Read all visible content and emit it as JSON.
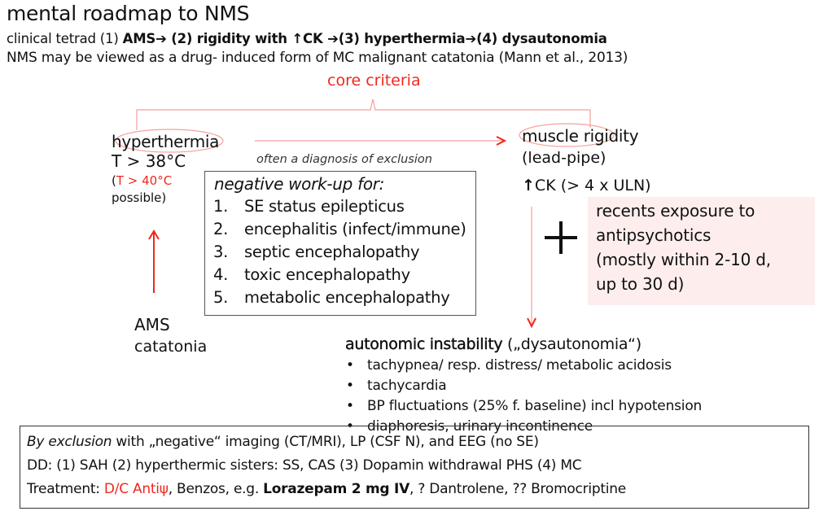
{
  "header": {
    "title": "mental roadmap to NMS",
    "tetrad": {
      "prefix": "clinical tetrad (1) ",
      "ams": "AMS",
      "arrow": "➔",
      "step2": " (2) rigidity with ",
      "up_arrow": "↑",
      "ck": "CK ",
      "step3": "(3) hyperthermia",
      "step4": "(4) dysautonomia"
    },
    "mc_line": "NMS may be viewed as a drug- induced form of MC malignant catatonia (Mann et al., 2013)"
  },
  "core_criteria_label": "core criteria",
  "hyperthermia": {
    "title": "hyperthermia",
    "threshold": "T > 38°C",
    "open_paren": "(",
    "high_threshold": "T > 40°C",
    "possible": "possible)"
  },
  "exclusion_note": "often a diagnosis of exclusion",
  "workup": {
    "title": "negative work-up for:",
    "items": [
      {
        "num": "1.",
        "text": "SE status epilepticus"
      },
      {
        "num": "2.",
        "text": "encephalitis (infect/immune)"
      },
      {
        "num": "3.",
        "text": "septic encephalopathy"
      },
      {
        "num": "4.",
        "text": "toxic encephalopathy"
      },
      {
        "num": "5.",
        "text": "metabolic encephalopathy"
      }
    ]
  },
  "muscle": {
    "title": "muscle rigidity",
    "subtitle": "(lead-pipe)",
    "up_arrow": "↑",
    "ck": "CK (> 4 x ULN)"
  },
  "exposure": {
    "lines": [
      "recents exposure to",
      "antipsychotics",
      "(mostly within 2-10 d,",
      "up to 30 d)"
    ]
  },
  "ams_label": {
    "line1": "AMS",
    "line2": "catatonia"
  },
  "autonomic": {
    "title": "autonomic instability",
    "subtitle": " („dysautonomia“)",
    "bullet_char": "•",
    "items": [
      "tachypnea/ resp. distress/ metabolic acidosis",
      "tachycardia",
      "BP fluctuations (25% f. baseline) incl hypotension",
      "diaphoresis, urinary incontinence"
    ]
  },
  "bottom": {
    "line1_italic": "By exclusion",
    "line1_rest": " with „negative“ imaging (CT/MRI), LP (CSF N), and EEG (no SE)",
    "line2": "DD: (1) SAH (2) hyperthermic sisters: SS, CAS (3) Dopamin withdrawal PHS (4) MC",
    "line3_prefix": "Treatment: ",
    "line3_red": "D/C Antiψ",
    "line3_mid": ", Benzos, e.g. ",
    "line3_bold": "Lorazepam 2 mg IV",
    "line3_rest": ", ? Dantrolene, ?? Bromocriptine"
  },
  "colors": {
    "accent_red": "#f0281e",
    "light_red_line": "#f4a09a",
    "exposure_bg": "#fdeeed",
    "text": "#111111"
  }
}
